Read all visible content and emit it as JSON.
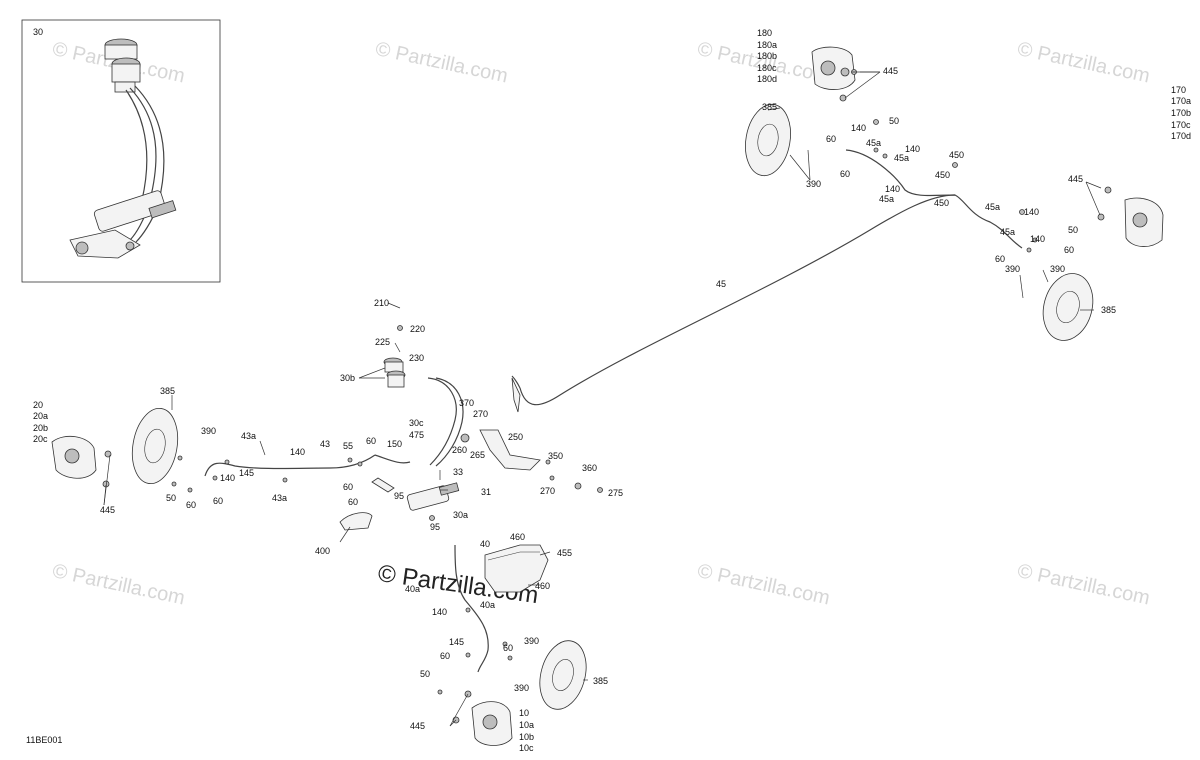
{
  "watermark_text": "© Partzilla.com",
  "watermark_main": "© Partzilla.com",
  "diagram_code": "11BE001",
  "inset_label": "30",
  "callouts": {
    "c180": "180",
    "c180a": "180a",
    "c180b": "180b",
    "c180c": "180c",
    "c180d": "180d",
    "c445_tr": "445",
    "c385_tr": "385",
    "c140_a": "140",
    "c50_a": "50",
    "c60_a": "60",
    "c45a_a": "45a",
    "c140_b": "140",
    "c45a_b": "45a",
    "c60_b": "60",
    "c390_tr": "390",
    "c450_a": "450",
    "c450_b": "450",
    "c140_c": "140",
    "c45a_c": "45a",
    "c450_c": "450",
    "c170": "170",
    "c170a": "170a",
    "c170b": "170b",
    "c170c": "170c",
    "c170d": "170d",
    "c445_r": "445",
    "c45a_d": "45a",
    "c140_d": "140",
    "c45a_e": "45a",
    "c140_e": "140",
    "c50_b": "50",
    "c60_c": "60",
    "c60_d": "60",
    "c390_r1": "390",
    "c390_r2": "390",
    "c385_r": "385",
    "c45": "45",
    "c210": "210",
    "c220": "220",
    "c225": "225",
    "c230": "230",
    "c30b": "30b",
    "c30c": "30c",
    "c475": "475",
    "c370": "370",
    "c270_a": "270",
    "c260": "260",
    "c265": "265",
    "c250": "250",
    "c350": "350",
    "c360": "360",
    "c270_b": "270",
    "c275": "275",
    "c33": "33",
    "c31": "31",
    "c30a": "30a",
    "c95_a": "95",
    "c95_b": "95",
    "c150": "150",
    "c60_e": "60",
    "c60_f": "60",
    "c55": "55",
    "c60_g": "60",
    "c400": "400",
    "c20": "20",
    "c20a": "20a",
    "c20b": "20b",
    "c20c": "20c",
    "c385_l": "385",
    "c390_l": "390",
    "c43a_a": "43a",
    "c43": "43",
    "c140_f": "140",
    "c145_a": "145",
    "c140_g": "140",
    "c60_h": "60",
    "c60_i": "60",
    "c50_c": "50",
    "c43a_b": "43a",
    "c445_l": "445",
    "c40": "40",
    "c460_a": "460",
    "c455": "455",
    "c460_b": "460",
    "c40a_a": "40a",
    "c40a_b": "40a",
    "c140_h": "140",
    "c145_b": "145",
    "c390_b1": "390",
    "c60_j": "60",
    "c60_k": "60",
    "c390_b2": "390",
    "c50_d": "50",
    "c385_b": "385",
    "c445_b": "445",
    "c10": "10",
    "c10a": "10a",
    "c10b": "10b",
    "c10c": "10c"
  }
}
